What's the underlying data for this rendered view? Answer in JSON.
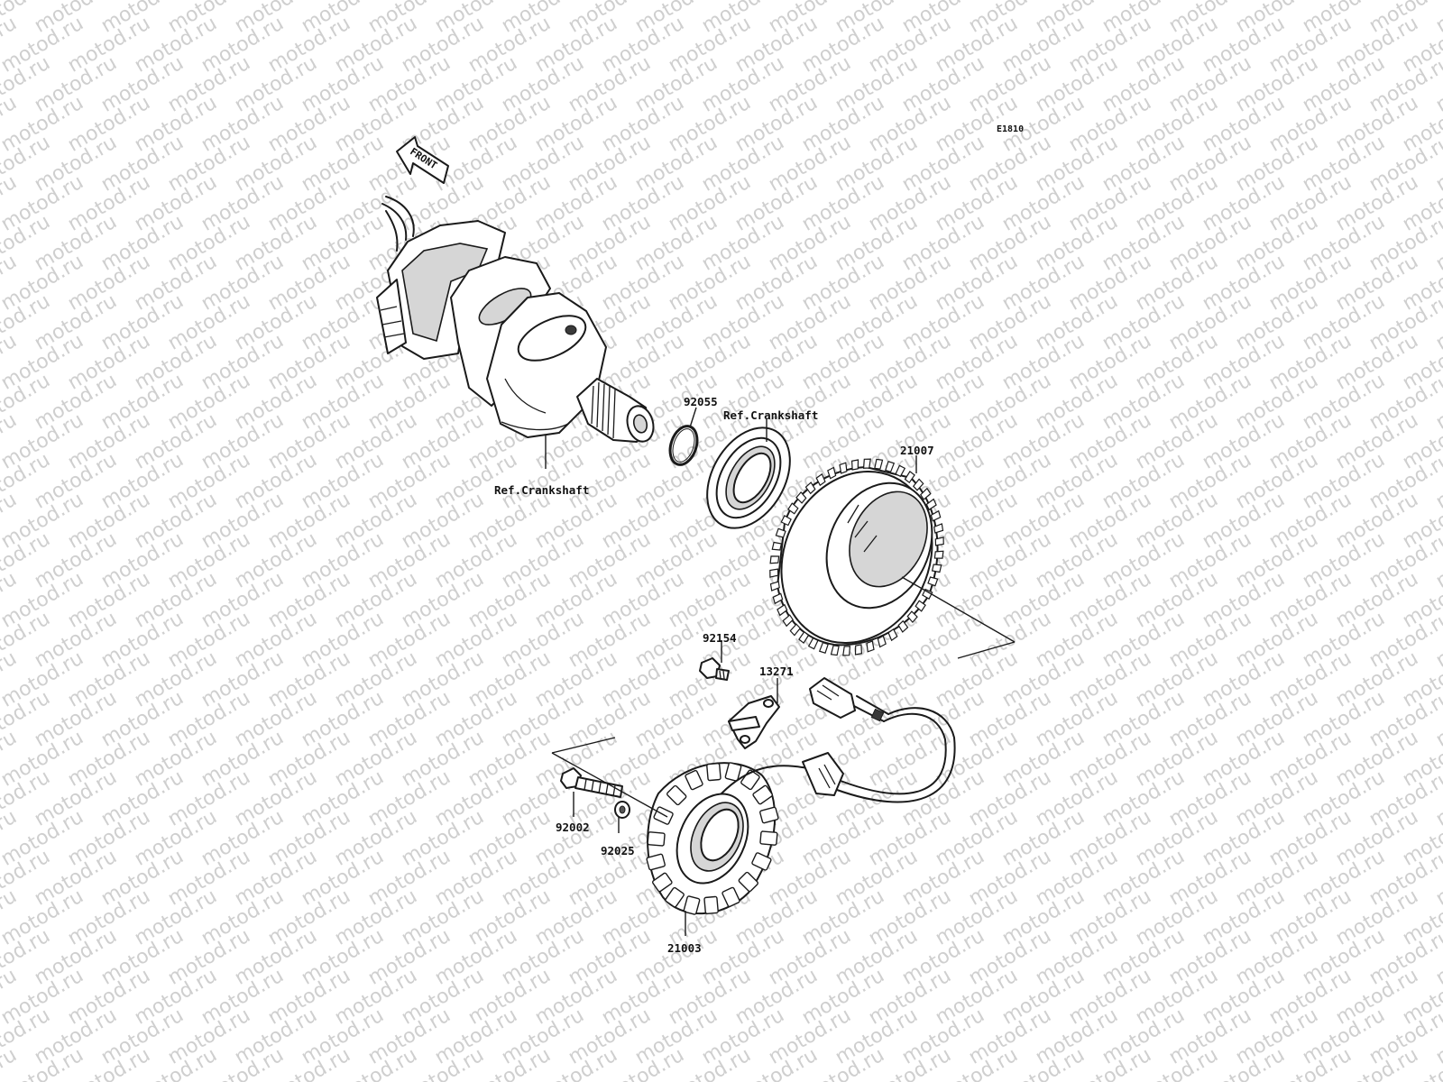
{
  "diagram_code": "E1810",
  "direction_label": "FRONT",
  "watermark_text": "motod.ru",
  "parts": [
    {
      "id": "ref_crankshaft_1",
      "label": "Ref.Crankshaft"
    },
    {
      "id": "p92055",
      "label": "92055"
    },
    {
      "id": "ref_crankshaft_2",
      "label": "Ref.Crankshaft"
    },
    {
      "id": "p21007",
      "label": "21007"
    },
    {
      "id": "p92154",
      "label": "92154"
    },
    {
      "id": "p13271",
      "label": "13271"
    },
    {
      "id": "p92002",
      "label": "92002"
    },
    {
      "id": "p92025",
      "label": "92025"
    },
    {
      "id": "p21003",
      "label": "21003"
    }
  ],
  "colors": {
    "line": "#1a1a1a",
    "watermark": "#cfcfcf",
    "background": "#ffffff"
  }
}
